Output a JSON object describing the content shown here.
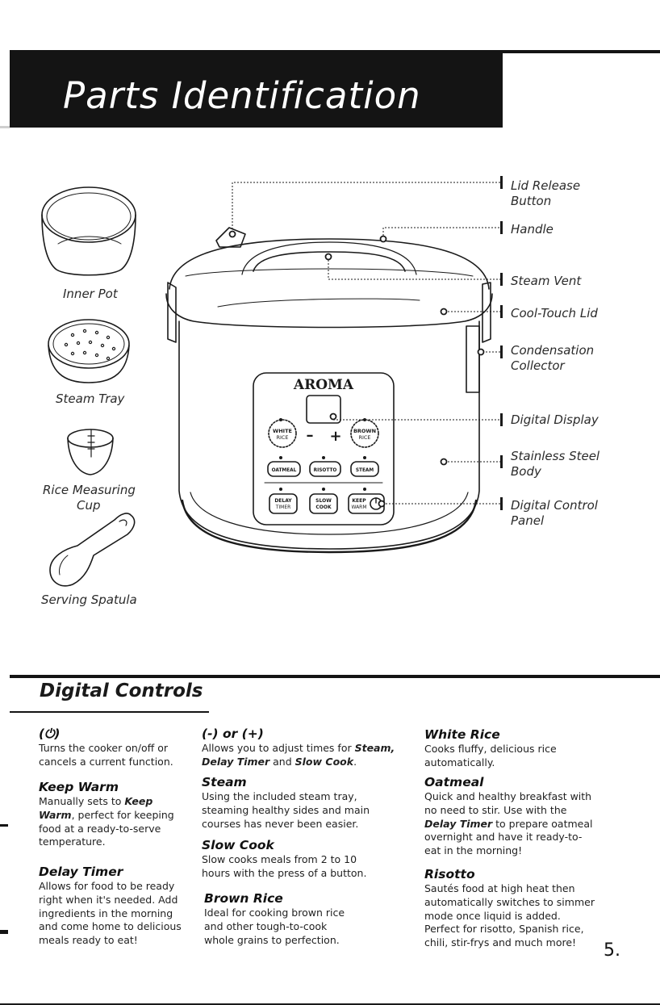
{
  "header": {
    "title": "Parts Identification"
  },
  "accessories": {
    "inner_pot": "Inner Pot",
    "steam_tray": "Steam Tray",
    "rice_cup_line1": "Rice Measuring",
    "rice_cup_line2": "Cup",
    "spatula": "Serving Spatula"
  },
  "parts": {
    "lid_release_1": "Lid Release",
    "lid_release_2": "Button",
    "handle": "Handle",
    "steam_vent": "Steam Vent",
    "cool_touch_lid": "Cool-Touch Lid",
    "condensation_1": "Condensation",
    "condensation_2": "Collector",
    "digital_display": "Digital Display",
    "body_1": "Stainless Steel",
    "body_2": "Body",
    "panel_1": "Digital Control",
    "panel_2": "Panel"
  },
  "panel": {
    "brand": "AROMA",
    "white": "WHITE",
    "rice": "RICE",
    "brown": "BROWN",
    "minus": "–",
    "plus": "+",
    "oatmeal": "OATMEAL",
    "risotto": "RISOTTO",
    "steam": "STEAM",
    "delay": "DELAY",
    "timer": "TIMER",
    "slow": "SLOW",
    "cook": "COOK",
    "keep": "KEEP",
    "warm": "WARM"
  },
  "controls": {
    "title": "Digital Controls",
    "power": {
      "heading": "(⏻)",
      "text": "Turns the cooker on/off or cancels a current function."
    },
    "keep_warm": {
      "heading": "Keep Warm",
      "t1": "Manually sets to ",
      "b1": "Keep Warm",
      "t2": ", perfect for keeping food at a ready-to-serve temperature."
    },
    "delay_timer": {
      "heading": "Delay Timer",
      "text": "Allows for food to be ready right when it's needed. Add ingredients in the morning and come home to delicious meals ready to eat!"
    },
    "minus_plus": {
      "heading": "(-) or (+)",
      "t1": "Allows you to adjust times for ",
      "b1": "Steam, Delay Timer",
      "t2": " and ",
      "b2": "Slow Cook",
      "t3": "."
    },
    "steam": {
      "heading": "Steam",
      "text": "Using the included steam tray, steaming healthy sides and main courses has never been easier."
    },
    "slow_cook": {
      "heading": "Slow Cook",
      "text": "Slow cooks meals from 2 to 10 hours with the press of a button."
    },
    "brown_rice": {
      "heading": "Brown Rice",
      "text": "Ideal for cooking brown rice and other tough-to-cook whole grains to perfection."
    },
    "white_rice": {
      "heading": "White Rice",
      "text": "Cooks fluffy, delicious rice automatically."
    },
    "oatmeal": {
      "heading": "Oatmeal",
      "t1": "Quick and healthy breakfast with no need to stir. Use with the ",
      "b1": "Delay Timer",
      "t2": " to prepare oatmeal overnight and have it ready-to-eat in the morning!"
    },
    "risotto": {
      "heading": "Risotto",
      "text": "Sautés food at high heat then automatically switches to simmer mode once liquid is added. Perfect for risotto, Spanish rice, chili, stir-frys and much more!"
    }
  },
  "page_number": "5."
}
